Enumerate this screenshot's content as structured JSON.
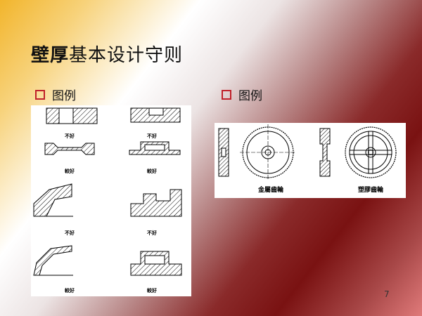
{
  "slide": {
    "title_bold": "壁厚",
    "title_rest": "基本设计守则",
    "bullets": [
      {
        "label": "图例"
      },
      {
        "label": "图例"
      }
    ],
    "page_number": "7"
  },
  "left_figure": {
    "labels": [
      "不好",
      "不好",
      "較好",
      "較好",
      "不好",
      "不好",
      "較好",
      "較好"
    ]
  },
  "right_figure": {
    "captions": [
      "金屬齒輪",
      "塑膠齒輪"
    ]
  },
  "colors": {
    "bullet_box": "#c0202a",
    "hatch": "#000000"
  }
}
